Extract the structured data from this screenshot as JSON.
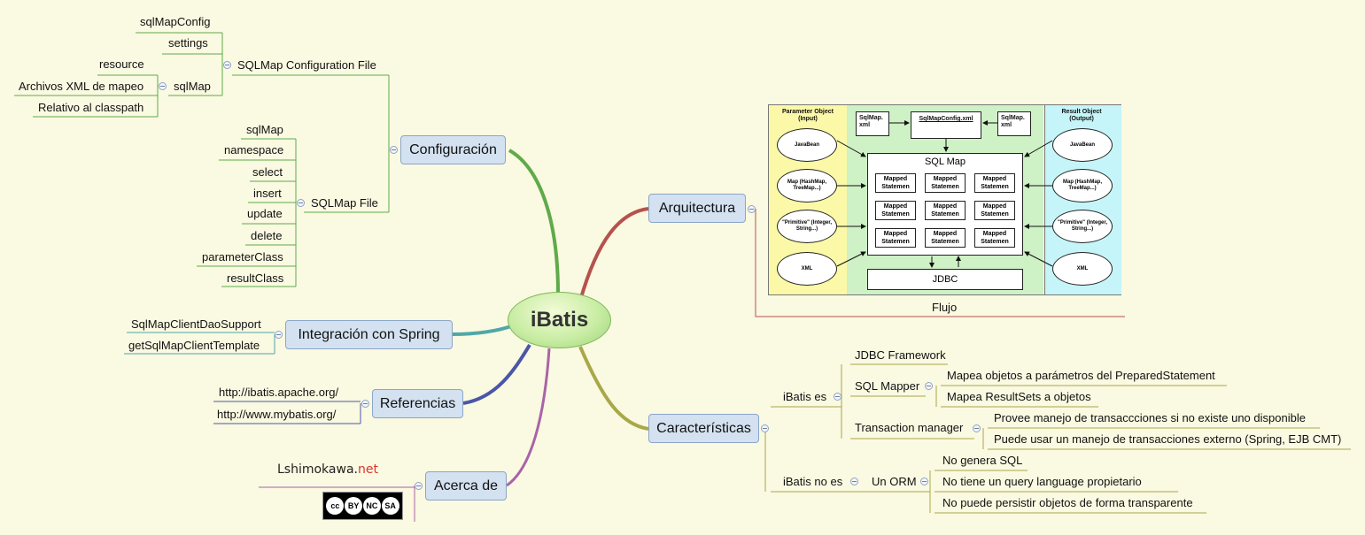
{
  "central": "iBatis",
  "topics": {
    "configuracion": "Configuración",
    "integracion": "Integración con Spring",
    "referencias": "Referencias",
    "acerca": "Acerca de",
    "arquitectura": "Arquitectura",
    "caracteristicas": "Características"
  },
  "configuracion": {
    "sqlmap_config_file": "SQLMap Configuration File",
    "sqlmapconfig": "sqlMapConfig",
    "settings": "settings",
    "sqlmap": "sqlMap",
    "resource": "resource",
    "archivos": "Archivos XML de mapeo",
    "relativo": "Relativo al classpath",
    "sqlmap_file": "SQLMap File",
    "file_items": [
      "sqlMap",
      "namespace",
      "select",
      "insert",
      "update",
      "delete",
      "parameterClass",
      "resultClass"
    ]
  },
  "integracion": {
    "items": [
      "SqlMapClientDaoSupport",
      "getSqlMapClientTemplate"
    ]
  },
  "referencias": {
    "items": [
      "http://ibatis.apache.org/",
      "http://www.mybatis.org/"
    ]
  },
  "acerca": {
    "logo_text": "Lshimokawa.net",
    "license_labels": [
      "BY",
      "NC",
      "SA"
    ]
  },
  "arquitectura": {
    "caption": "Flujo",
    "param_title": "Parameter Object (Input)",
    "result_title": "Result Object (Output)",
    "inputs": [
      "JavaBean",
      "Map (HashMap, TreeMap...)",
      "\"Primitive\" (Integer, String...)",
      "XML"
    ],
    "outputs": [
      "JavaBean",
      "Map (HashMap, TreeMap...)",
      "\"Primitive\" (Integer, String...)",
      "XML"
    ],
    "sqlmap_xml": "SqlMap. xml",
    "sqlmapconfig_xml": "SqlMapConfig.xml",
    "sql_map": "SQL Map",
    "mapped": "Mapped Statemen",
    "jdbc": "JDBC"
  },
  "caracteristicas": {
    "ibatis_es": "iBatis es",
    "jdbc_framework": "JDBC Framework",
    "sql_mapper": "SQL Mapper",
    "mapper_items": [
      "Mapea objetos a parámetros del PreparedStatement",
      "Mapea ResultSets a objetos"
    ],
    "transaction_manager": "Transaction manager",
    "tx_items": [
      "Provee manejo de transaccciones si no existe uno disponible",
      "Puede usar un manejo de transacciones externo (Spring, EJB CMT)"
    ],
    "ibatis_no_es": "iBatis no es",
    "un_orm": "Un ORM",
    "orm_items": [
      "No genera SQL",
      "No tiene un query language propietario",
      "No puede persistir objetos de forma transparente"
    ]
  },
  "colors": {
    "background": "#FAF9E1",
    "topic_fill": "#D3E1F0",
    "central_fill": "#C9EDA4",
    "branch_configuracion": "#5FAA4A",
    "branch_arquitectura": "#B5524E",
    "branch_integracion": "#4FA8A8",
    "branch_referencias": "#4A56A8",
    "branch_acerca": "#A864A8",
    "branch_caracteristicas": "#A8A84A"
  }
}
